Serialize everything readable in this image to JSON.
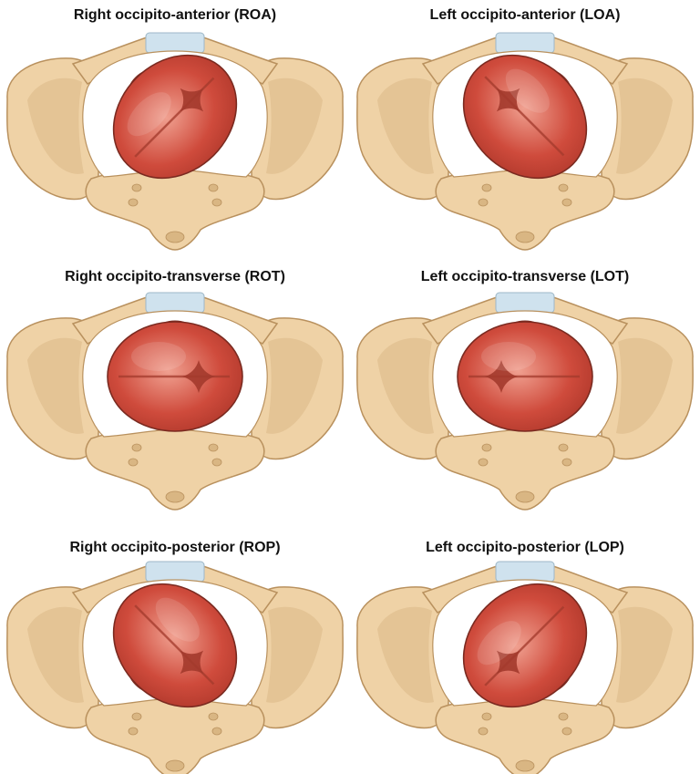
{
  "panels": [
    {
      "label": "Right occipito-anterior (ROA)",
      "head_rotation_deg": -45,
      "occiput_direction": "anterior-right"
    },
    {
      "label": "Left occipito-anterior (LOA)",
      "head_rotation_deg": 45,
      "occiput_direction": "anterior-left"
    },
    {
      "label": "Right occipito-transverse (ROT)",
      "head_rotation_deg": 0,
      "occiput_direction": "right"
    },
    {
      "label": "Left occipito-transverse (LOT)",
      "head_rotation_deg": 0,
      "occiput_direction": "left"
    },
    {
      "label": "Right occipito-posterior (ROP)",
      "head_rotation_deg": 45,
      "occiput_direction": "posterior-right"
    },
    {
      "label": "Left occipito-posterior (LOP)",
      "head_rotation_deg": -45,
      "occiput_direction": "posterior-left"
    }
  ],
  "colors": {
    "bone": "#efd2a6",
    "bone_outline": "#b9915e",
    "bone_shadow": "#d9b683",
    "symphysis": "#cfe2ee",
    "head": "#cf4b3c",
    "head_light": "#f0a090",
    "head_outline": "#7a2a20",
    "fontanelle": "#a33a2c"
  }
}
